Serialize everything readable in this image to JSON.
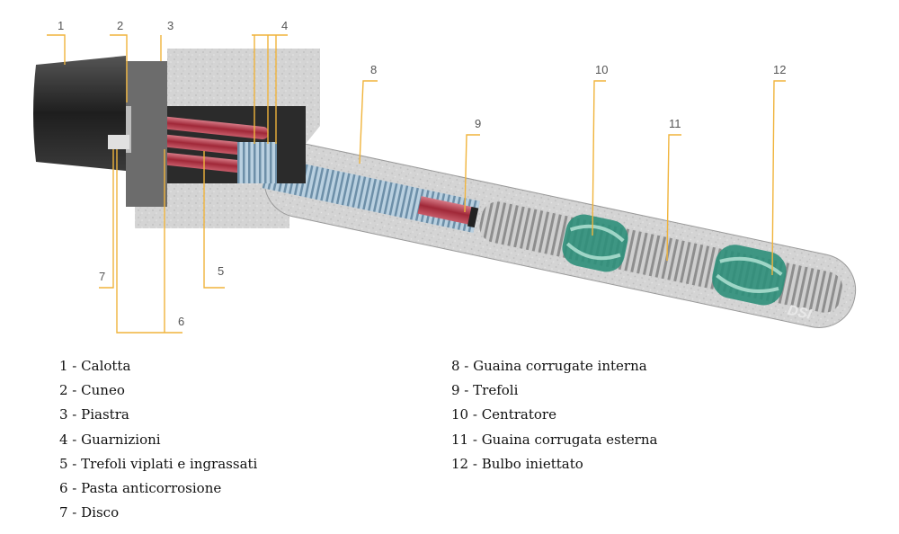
{
  "callouts": {
    "c1": "1",
    "c2": "2",
    "c3": "3",
    "c4": "4",
    "c5": "5",
    "c6": "6",
    "c7": "7",
    "c8": "8",
    "c9": "9",
    "c10": "10",
    "c11": "11",
    "c12": "12"
  },
  "legend": {
    "left": [
      "1 - Calotta",
      "2 - Cuneo",
      "3 - Piastra",
      "4 - Guarnizioni",
      "5 - Trefoli viplati e ingrassati",
      "6 - Pasta anticorrosione",
      "7 - Disco"
    ],
    "right": [
      "8 - Guaina corrugate interna",
      "9 - Trefoli",
      "10 - Centratore",
      "11 - Guaina corrugata esterna",
      "12 - Bulbo iniettato"
    ]
  },
  "logo_text": "DSI",
  "colors": {
    "leader": "#f0b43c",
    "concrete": "#d2d2d2",
    "cap": "#2a2a2a",
    "strand_red": "#b03a48",
    "duct_blue": "#8aa8c0",
    "centralizer": "#2e8f7a",
    "grout": "#b8b8b8"
  }
}
